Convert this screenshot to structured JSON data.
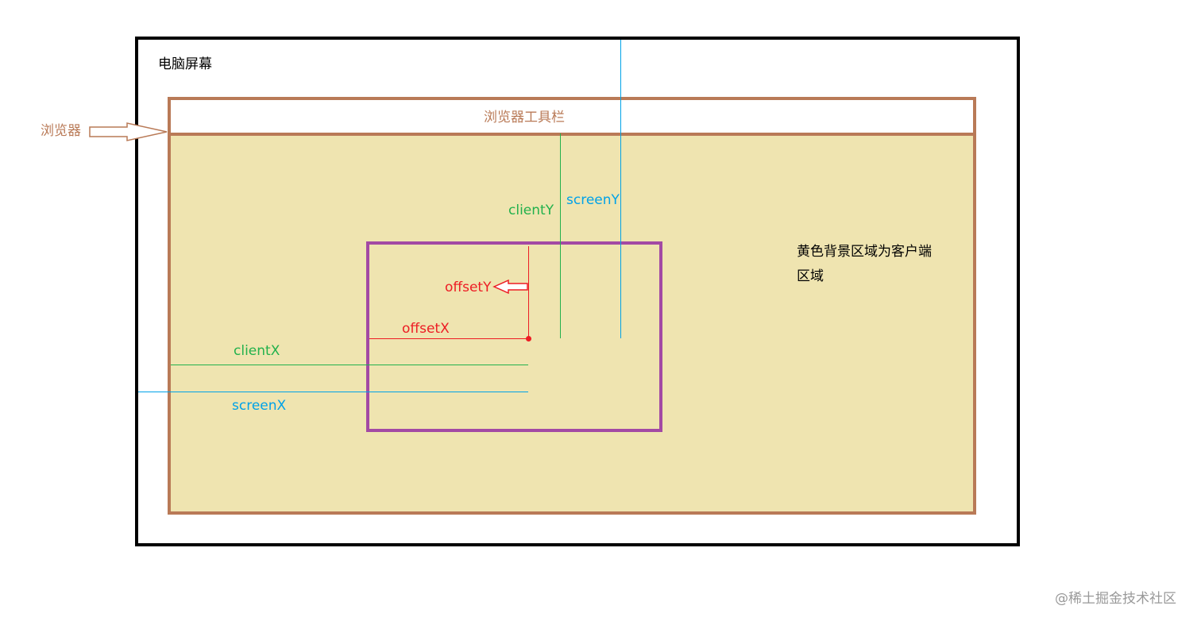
{
  "labels": {
    "screen": "电脑屏幕",
    "browser": "浏览器",
    "toolbar": "浏览器工具栏",
    "client_area_line1": "黄色背景区域为客户端",
    "client_area_line2": "区域",
    "clientY": "clientY",
    "screenY": "screenY",
    "offsetY": "offsetY",
    "offsetX": "offsetX",
    "clientX": "clientX",
    "screenX": "screenX",
    "watermark": "@稀土掘金技术社区"
  },
  "colors": {
    "screen_border": "#000000",
    "browser_border": "#b97a57",
    "client_area": "#efe4b0",
    "element_border": "#a349a4",
    "client_line": "#22b14c",
    "screen_line": "#00a2e8",
    "offset_line": "#ed1c24",
    "watermark": "#999999"
  }
}
